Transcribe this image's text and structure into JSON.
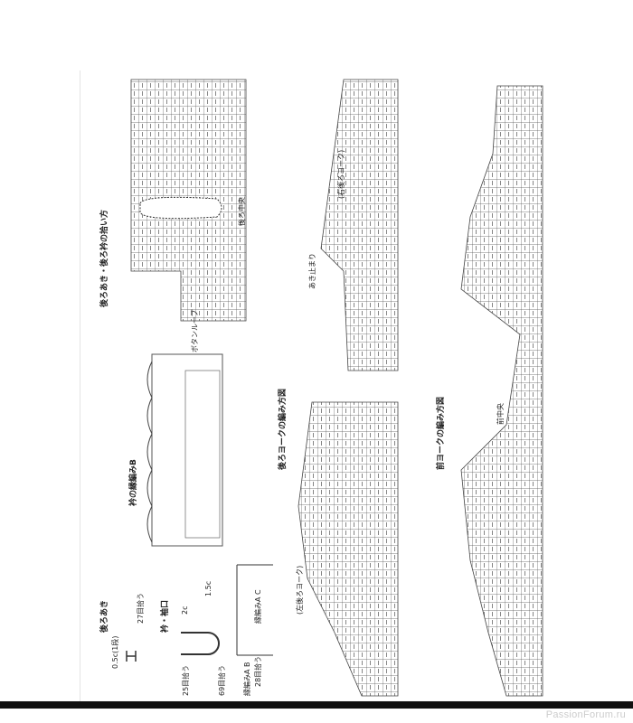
{
  "titles": {
    "back_opening_pickup": "後ろあき・後ろ衿の拾い方",
    "collar_edging_b": "衿の縁編みB",
    "back_yoke": "後ろヨークの編み方図",
    "front_yoke": "前ヨークの編み方図",
    "back_opening": "後ろあき",
    "collar_cuff": "衿・袖口"
  },
  "labels": {
    "left_back_yoke": "(左後ろヨーク)",
    "right_back_yoke": "(右後ろヨーク)",
    "back_center": "後ろ中央",
    "front_center": "前中央",
    "button_loop": "ボタンループ",
    "opening_end": "あき止まり",
    "edging_ab": "縁編みA B",
    "edging_ac": "縁編みA C",
    "measure_1": "1.5c",
    "measure_2": "2c",
    "measure_3": "0.5c(1段)",
    "rows_27": "27目拾う",
    "rows_25": "25目拾う",
    "rows_28": "28目拾う",
    "rows_69": "69目拾う"
  },
  "watermark": "PassionForum.ru"
}
